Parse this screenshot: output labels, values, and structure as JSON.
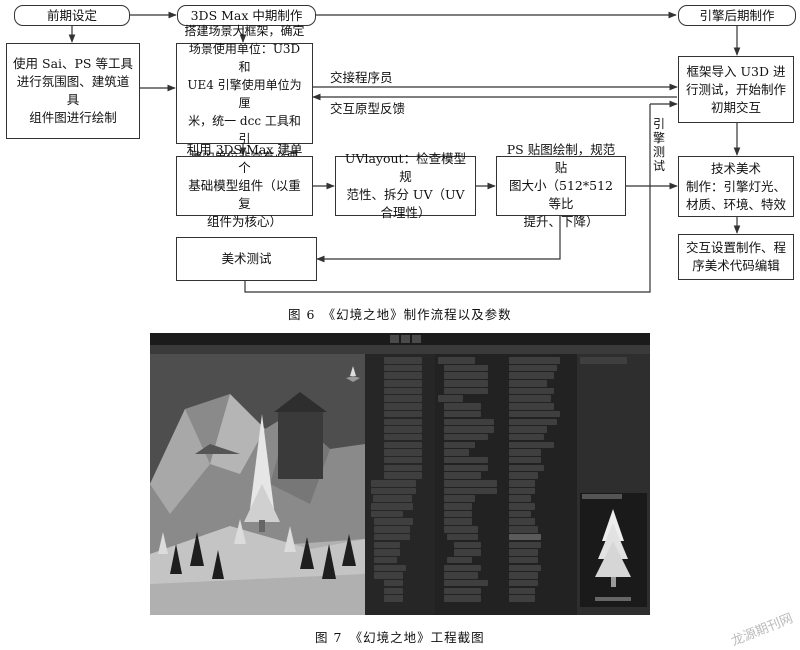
{
  "flowchart": {
    "stages": {
      "pre": "前期设定",
      "mid": "3DS Max 中期制作",
      "post": "引擎后期制作"
    },
    "boxes": {
      "concept": "使用 Sai、PS 等工具\n进行氛围图、建筑道具\n组件图进行绘制",
      "framework": "搭建场景大框架，确定\n场景使用单位：U3D 和\nUE4 引擎使用单位为厘\n米，统一 dcc 工具和引\n擎的单位非常有必要",
      "import": "框架导入 U3D 进\n行测试，开始制作\n初期交互",
      "basic_model": "利用 3DS Max 建单个\n基础模型组件（以重复\n组件为核心）",
      "uvlayout": "UVlayout：检查模型规\n范性、拆分 UV（UV\n合理性）",
      "texture": "PS 贴图绘制，规范贴\n图大小（512*512 等比\n提升、下降）",
      "tech_art": "技术美术\n制作：引擎灯光、\n材质、环境、特效",
      "art_test": "美术测试",
      "interaction": "交互设置制作、程\n序美术代码编辑"
    },
    "edge_labels": {
      "handover": "交接程序员",
      "feedback": "交互原型反馈",
      "engine_test": "引\n擎\n测\n试"
    }
  },
  "captions": {
    "fig6": "图 6　《幻境之地》制作流程以及参数",
    "fig7": "图 7　《幻境之地》工程截图"
  },
  "watermark": "龙源期刊网",
  "colors": {
    "line": "#333333",
    "box_border": "#333333",
    "background": "#ffffff"
  }
}
